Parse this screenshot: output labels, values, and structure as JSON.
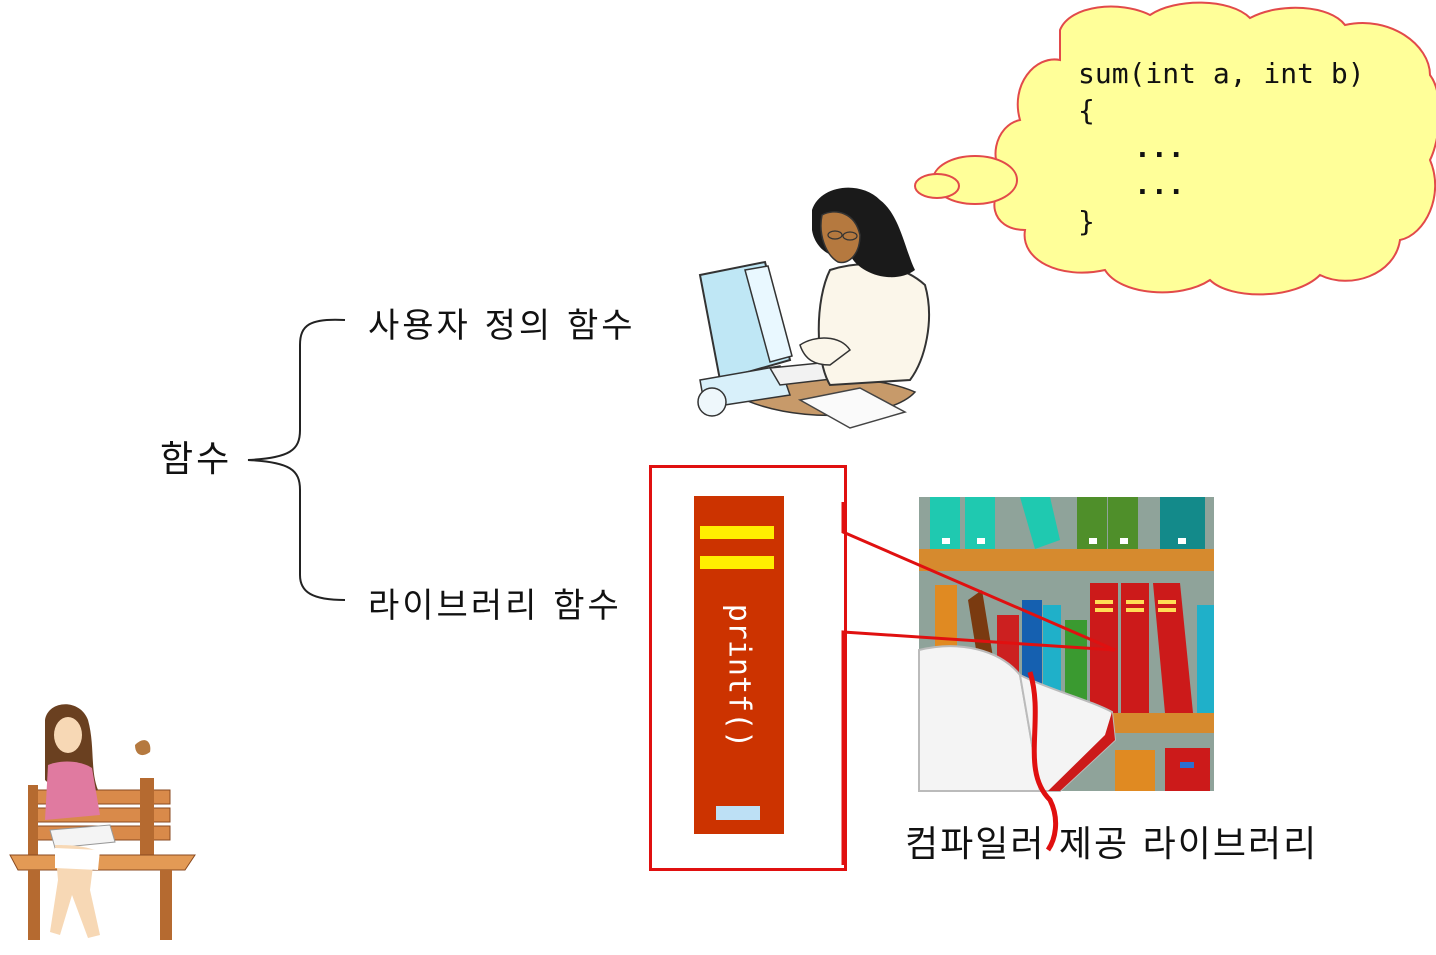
{
  "code_bubble": {
    "lines": [
      "sum(int a, int b)",
      "{",
      "...",
      "...",
      "}"
    ]
  },
  "tree": {
    "root": "함수",
    "branch_user": "사용자 정의 함수",
    "branch_library": "라이브러리 함수"
  },
  "book": {
    "spine_text": "printf()"
  },
  "library_caption": "컴파일러 제공 라이브러리",
  "colors": {
    "cloud_fill": "#ffff99",
    "cloud_stroke": "#e24a4a",
    "highlight_box": "#e01010",
    "book_spine": "#cc3300",
    "book_band": "#ffee00"
  }
}
